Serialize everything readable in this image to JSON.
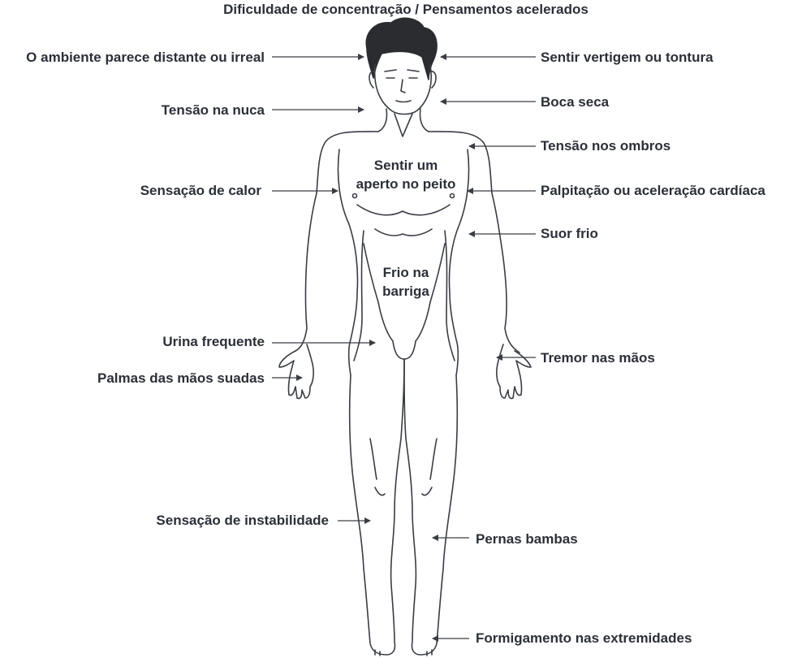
{
  "title": "Dificuldade de concentração / Pensamentos acelerados",
  "labels_left": {
    "ambiente": "O ambiente parece distante ou irreal",
    "nuca": "Tensão na nuca",
    "calor": "Sensação de calor",
    "urina": "Urina frequente",
    "palmas": "Palmas das mãos suadas",
    "instabilidade": "Sensação de instabilidade"
  },
  "labels_right": {
    "vertigem": "Sentir vertigem ou tontura",
    "boca": "Boca seca",
    "ombros": "Tensão nos ombros",
    "palpitacao": "Palpitação ou aceleração cardíaca",
    "suor": "Suor frio",
    "tremor": "Tremor nas mãos",
    "pernas": "Pernas bambas",
    "formigamento": "Formigamento nas extremidades"
  },
  "on_body": {
    "peito_1": "Sentir um",
    "peito_2": "aperto no peito",
    "barriga_1": "Frio na",
    "barriga_2": "barriga"
  },
  "colors": {
    "text": "#2b2f38",
    "line": "#3a3d44",
    "hair": "#2a2c30"
  }
}
